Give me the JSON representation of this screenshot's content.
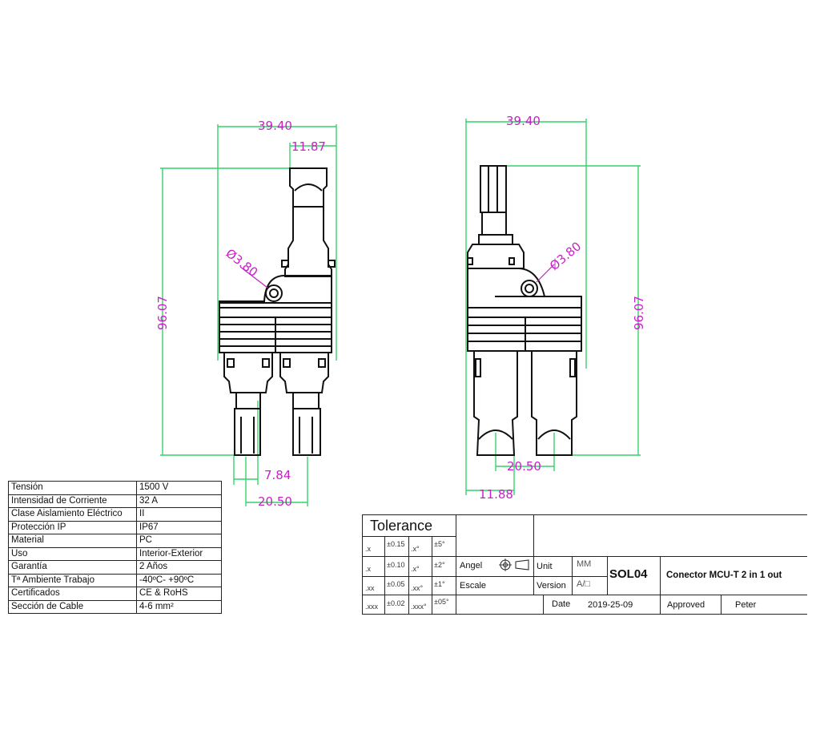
{
  "drawing": {
    "front_view": {
      "overall_width": "39.40",
      "top_width": "11.87",
      "hole": "Ø3.80",
      "height": "96.07",
      "pin_width": "7.84",
      "pitch": "20.50"
    },
    "side_view": {
      "overall_width": "39.40",
      "hole": "Ø3.80",
      "height": "96.07",
      "pitch": "20.50",
      "offset": "11.88"
    }
  },
  "specs": [
    {
      "label": "Tensión",
      "value": "1500 V"
    },
    {
      "label": "Intensidad de Corriente",
      "value": "32 A"
    },
    {
      "label": "Clase Aislamiento Eléctrico",
      "value": "II"
    },
    {
      "label": "Protección IP",
      "value": "IP67"
    },
    {
      "label": "Material",
      "value": "PC"
    },
    {
      "label": "Uso",
      "value": "Interior-Exterior"
    },
    {
      "label": "Garantía",
      "value": "2 Años"
    },
    {
      "label": "Tª Ambiente Trabajo",
      "value": "-40ºC- +90ºC"
    },
    {
      "label": "Certificados",
      "value": "CE & RoHS"
    },
    {
      "label": "Sección de Cable",
      "value": "4-6 mm²"
    }
  ],
  "title_block": {
    "tolerance_title": "Tolerance",
    "tol_rows": [
      {
        "a": ".x",
        "b": "±0.15",
        "c": ".x°",
        "d": "±5°"
      },
      {
        "a": ".x",
        "b": "±0.10",
        "c": ".x°",
        "d": "±2°"
      },
      {
        "a": ".xx",
        "b": "±0.05",
        "c": ".xx°",
        "d": "±1°"
      },
      {
        "a": ".xxx",
        "b": "±0.02",
        "c": ".xxx°",
        "d": "±05°"
      }
    ],
    "angel_label": "Angel",
    "escale_label": "Escale",
    "unit_label": "Unit",
    "unit_value": "MM",
    "version_label": "Version",
    "version_value": "A/□",
    "code": "SOL04",
    "product_name": "Conector MCU-T 2 in 1 out",
    "date_label": "Date",
    "date_value": "2019-25-09",
    "approved_label": "Approved",
    "approved_value": "Peter"
  }
}
